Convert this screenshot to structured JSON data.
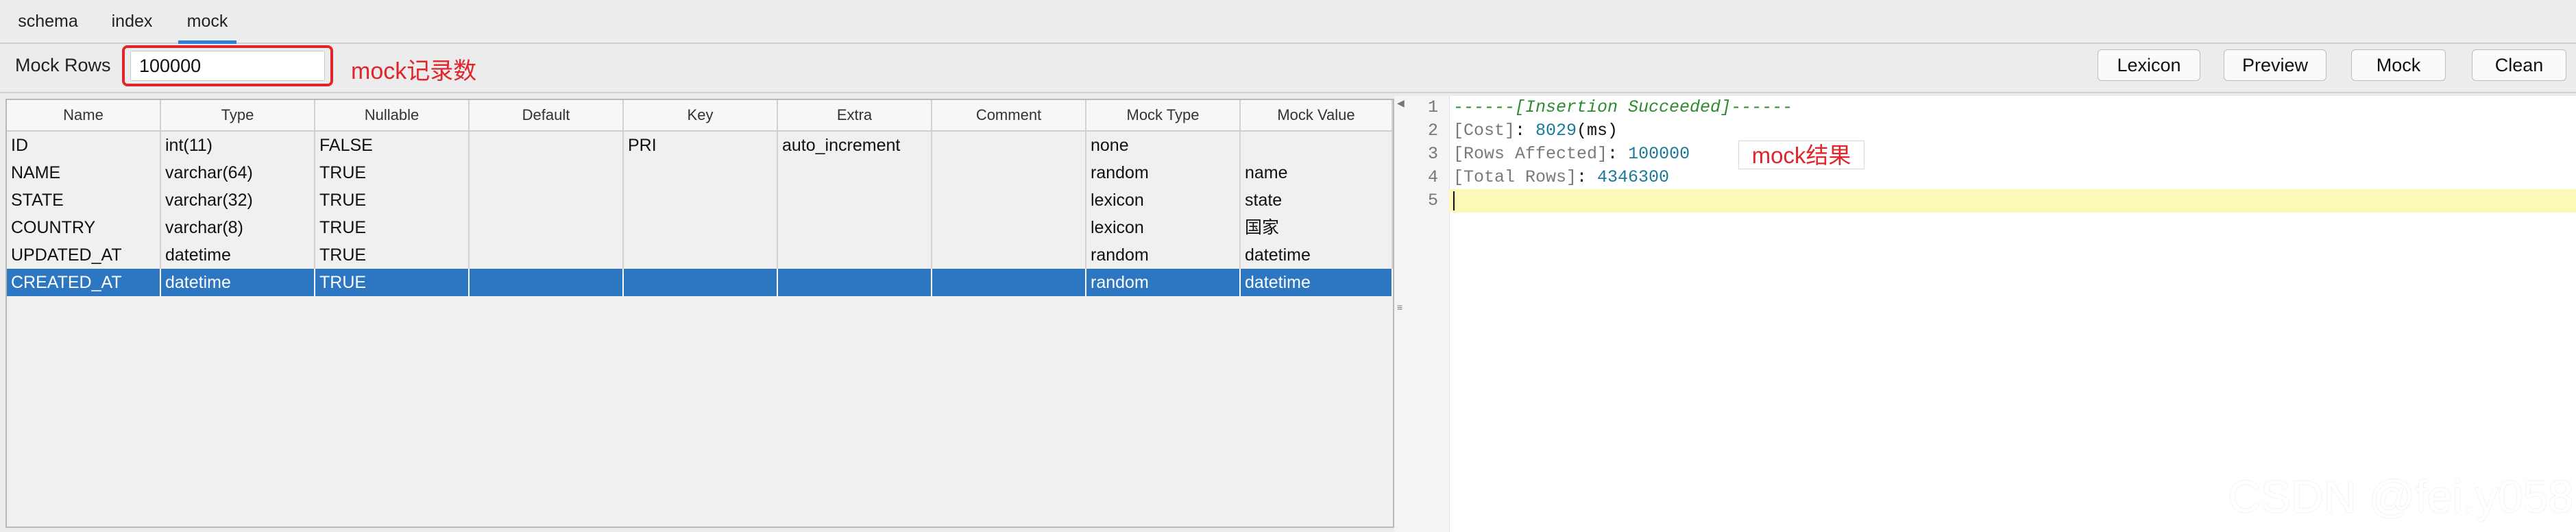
{
  "tabs": [
    {
      "label": "schema",
      "active": false
    },
    {
      "label": "index",
      "active": false
    },
    {
      "label": "mock",
      "active": true
    }
  ],
  "toolbar": {
    "mock_rows_label": "Mock Rows",
    "mock_rows_value": "100000",
    "annotation": "mock记录数",
    "buttons": [
      "Lexicon",
      "Preview",
      "Mock",
      "Clean"
    ]
  },
  "grid": {
    "columns": [
      "Name",
      "Type",
      "Nullable",
      "Default",
      "Key",
      "Extra",
      "Comment",
      "Mock Type",
      "Mock Value"
    ],
    "rows": [
      [
        "ID",
        "int(11)",
        "FALSE",
        "",
        "PRI",
        "auto_increment",
        "",
        "none",
        ""
      ],
      [
        "NAME",
        "varchar(64)",
        "TRUE",
        "",
        "",
        "",
        "",
        "random",
        "name"
      ],
      [
        "STATE",
        "varchar(32)",
        "TRUE",
        "",
        "",
        "",
        "",
        "lexicon",
        "state"
      ],
      [
        "COUNTRY",
        "varchar(8)",
        "TRUE",
        "",
        "",
        "",
        "",
        "lexicon",
        "国家"
      ],
      [
        "UPDATED_AT",
        "datetime",
        "TRUE",
        "",
        "",
        "",
        "",
        "random",
        "datetime"
      ],
      [
        "CREATED_AT",
        "datetime",
        "TRUE",
        "",
        "",
        "",
        "",
        "random",
        "datetime"
      ]
    ],
    "selected_row": 5
  },
  "editor": {
    "line_numbers": [
      "1",
      "2",
      "3",
      "4",
      "5"
    ],
    "lines": [
      {
        "comment": "------[Insertion Succeeded]------"
      },
      {
        "key": "[Cost]",
        "sep": ": ",
        "value": "8029",
        "suffix": "(ms)"
      },
      {
        "key": "[Rows Affected]",
        "sep": ": ",
        "value": "100000",
        "suffix": ""
      },
      {
        "key": "[Total Rows]",
        "sep": ": ",
        "value": "4346300",
        "suffix": ""
      },
      {}
    ],
    "annotation": "mock结果"
  },
  "watermark": "CSDN @fei.y058",
  "colors": {
    "accent": "#2d76c1",
    "annotation_red": "#e0262c",
    "current_line": "#fbf8b8"
  }
}
